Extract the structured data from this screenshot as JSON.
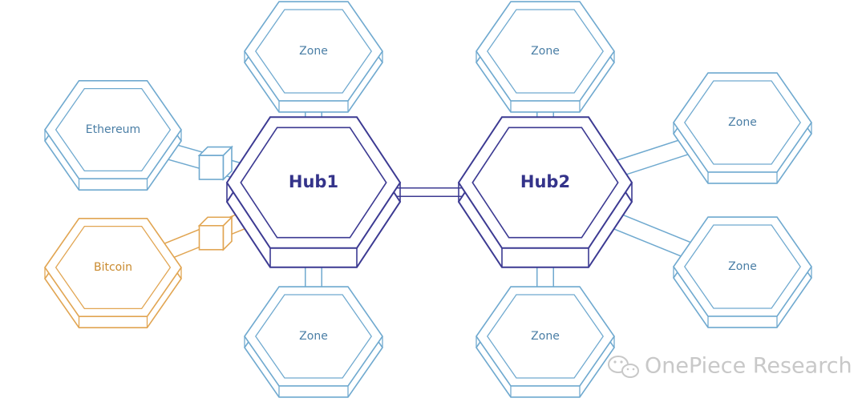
{
  "colors": {
    "zone": "#6fa9cf",
    "hub": "#3c3a92",
    "hub_text": "#34338a",
    "zone_text": "#4a7ea5",
    "bitcoin": "#e1a552",
    "bitcoin_text": "#c98a2e",
    "watermark": "#c8c8c8"
  },
  "hubs": [
    {
      "id": "hub1",
      "label": "Hub1"
    },
    {
      "id": "hub2",
      "label": "Hub2"
    }
  ],
  "chains": [
    {
      "id": "ethereum",
      "label": "Ethereum",
      "kind": "zone"
    },
    {
      "id": "bitcoin",
      "label": "Bitcoin",
      "kind": "bitcoin"
    },
    {
      "id": "zone_h1_top",
      "label": "Zone",
      "kind": "zone"
    },
    {
      "id": "zone_h1_bottom",
      "label": "Zone",
      "kind": "zone"
    },
    {
      "id": "zone_h2_top",
      "label": "Zone",
      "kind": "zone"
    },
    {
      "id": "zone_h2_upper_right",
      "label": "Zone",
      "kind": "zone"
    },
    {
      "id": "zone_h2_lower_right",
      "label": "Zone",
      "kind": "zone"
    },
    {
      "id": "zone_h2_bottom",
      "label": "Zone",
      "kind": "zone"
    }
  ],
  "connections": [
    {
      "from": "zone_h1_top",
      "to": "hub1"
    },
    {
      "from": "zone_h1_bottom",
      "to": "hub1"
    },
    {
      "from": "ethereum",
      "to": "hub1",
      "via": "peg-zone"
    },
    {
      "from": "bitcoin",
      "to": "hub1",
      "via": "peg-zone"
    },
    {
      "from": "hub1",
      "to": "hub2"
    },
    {
      "from": "zone_h2_top",
      "to": "hub2"
    },
    {
      "from": "zone_h2_upper_right",
      "to": "hub2"
    },
    {
      "from": "zone_h2_lower_right",
      "to": "hub2"
    },
    {
      "from": "zone_h2_bottom",
      "to": "hub2"
    }
  ],
  "watermark": {
    "text": "OnePiece Research",
    "icon": "wechat-icon"
  }
}
